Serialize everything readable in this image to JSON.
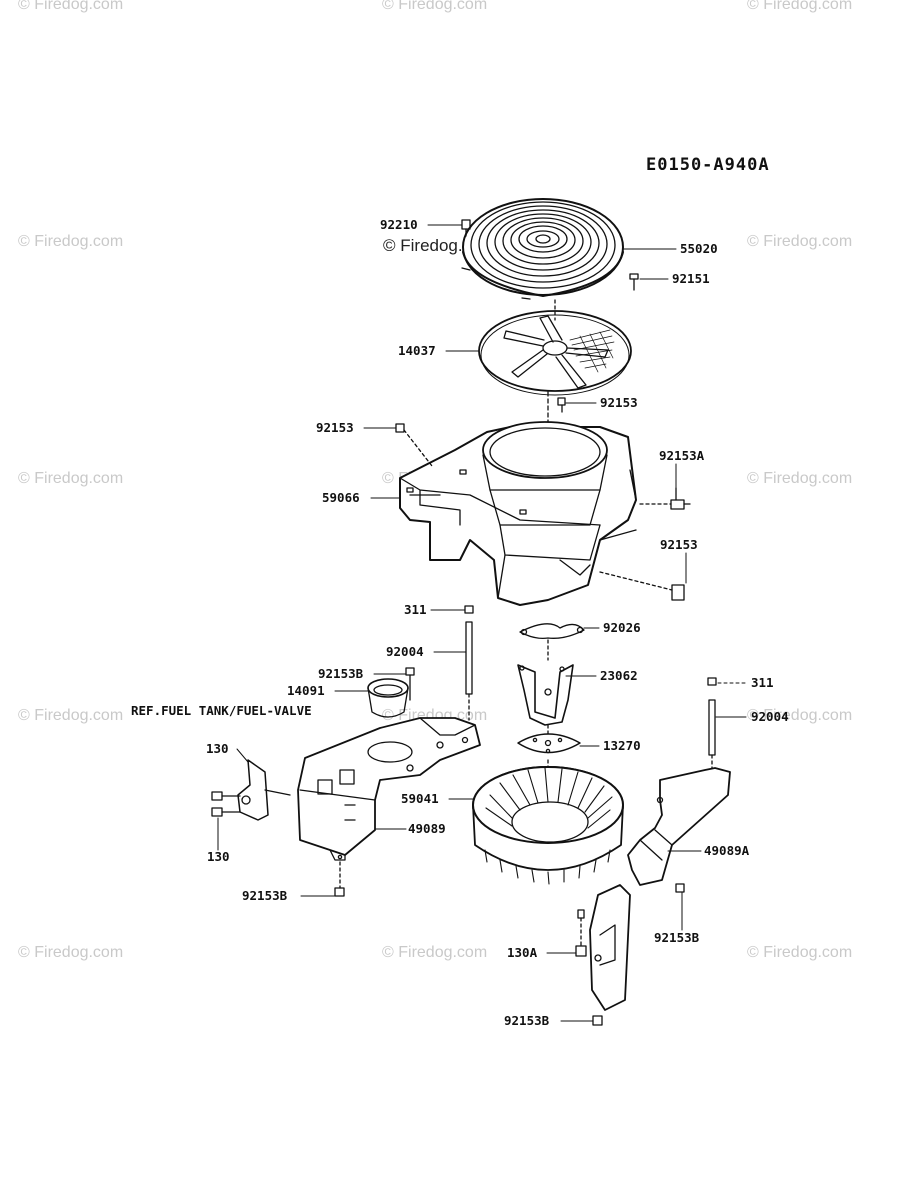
{
  "diagram_code": "E0150-A940A",
  "watermark": "© Firedog.com",
  "reference_note": "REF.FUEL TANK/FUEL-VALVE",
  "parts": [
    {
      "id": "p92210",
      "label": "92210"
    },
    {
      "id": "p55020",
      "label": "55020"
    },
    {
      "id": "p92151",
      "label": "92151"
    },
    {
      "id": "p14037",
      "label": "14037"
    },
    {
      "id": "p92153a",
      "label": "92153"
    },
    {
      "id": "p92153b",
      "label": "92153"
    },
    {
      "id": "p92153A",
      "label": "92153A"
    },
    {
      "id": "p59066",
      "label": "59066"
    },
    {
      "id": "p92153c",
      "label": "92153"
    },
    {
      "id": "p311a",
      "label": "311"
    },
    {
      "id": "p92026",
      "label": "92026"
    },
    {
      "id": "p92004a",
      "label": "92004"
    },
    {
      "id": "p92153B1",
      "label": "92153B"
    },
    {
      "id": "p23062",
      "label": "23062"
    },
    {
      "id": "p14091",
      "label": "14091"
    },
    {
      "id": "p311b",
      "label": "311"
    },
    {
      "id": "p92004b",
      "label": "92004"
    },
    {
      "id": "p130a",
      "label": "130"
    },
    {
      "id": "p13270",
      "label": "13270"
    },
    {
      "id": "p59041",
      "label": "59041"
    },
    {
      "id": "p49089",
      "label": "49089"
    },
    {
      "id": "p130b",
      "label": "130"
    },
    {
      "id": "p49089A",
      "label": "49089A"
    },
    {
      "id": "p92153B2",
      "label": "92153B"
    },
    {
      "id": "p92153B3",
      "label": "92153B"
    },
    {
      "id": "p130A",
      "label": "130A"
    },
    {
      "id": "p92153B4",
      "label": "92153B"
    }
  ]
}
